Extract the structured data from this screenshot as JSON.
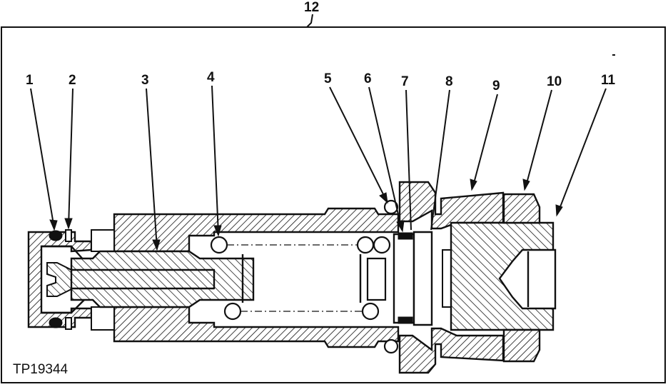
{
  "figure": {
    "id_label": "TP19344",
    "assembly_callout": "12",
    "callouts": [
      "1",
      "2",
      "3",
      "4",
      "5",
      "6",
      "7",
      "8",
      "9",
      "10",
      "11"
    ]
  },
  "colors": {
    "ink": "#111111",
    "paper": "#ffffff"
  }
}
